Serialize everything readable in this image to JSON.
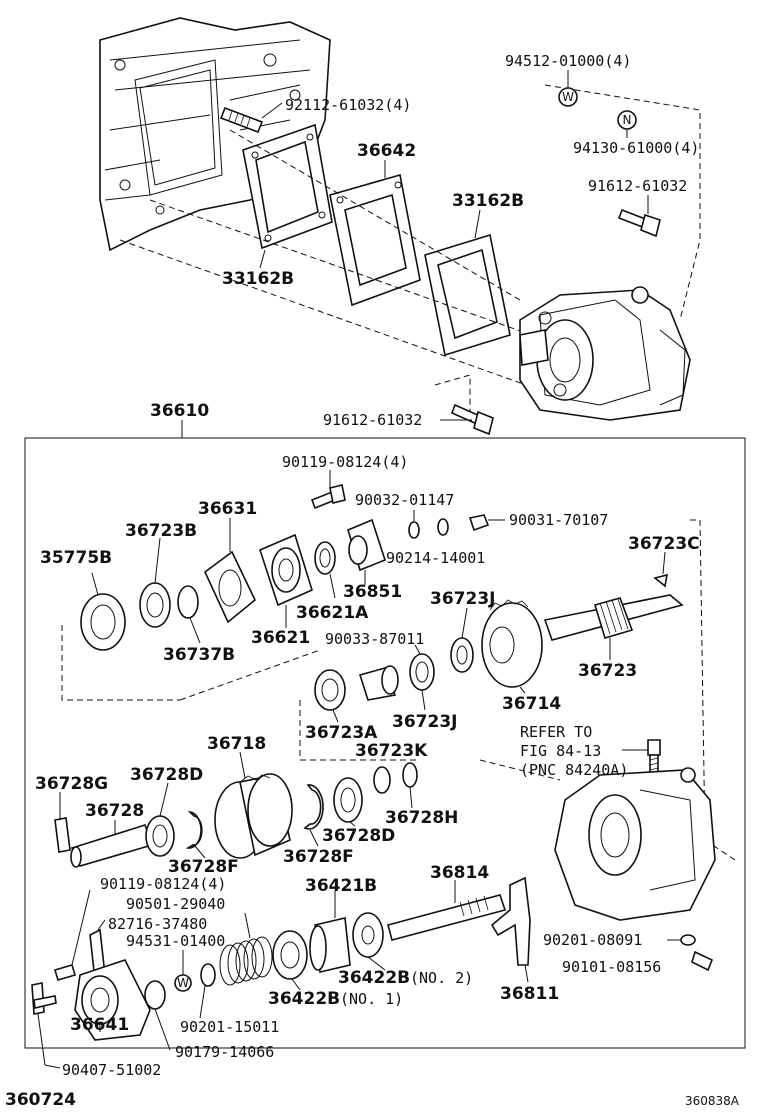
{
  "figure": {
    "figure_number": "360724",
    "page_code": "360838A"
  },
  "labels": {
    "p94512": "94512-01000(4)",
    "p94130": "94130-61000(4)",
    "p92112": "92112-61032(4)",
    "p36642": "36642",
    "p33162b_top": "33162B",
    "p91612_top": "91612-61032",
    "p33162b_left": "33162B",
    "p91612_bot": "91612-61032",
    "p36610": "36610",
    "p90119_top": "90119-08124(4)",
    "p90032": "90032-01147",
    "p90031": "90031-70107",
    "p36631": "36631",
    "p36723b": "36723B",
    "p35775b": "35775B",
    "p90214": "90214-14001",
    "p36723c": "36723C",
    "p36851": "36851",
    "p36621a": "36621A",
    "p36621": "36621",
    "p36737b": "36737B",
    "p90033": "90033-87011",
    "p36723j_top": "36723J",
    "p36723": "36723",
    "p36714": "36714",
    "p36723a": "36723A",
    "p36723j_bot": "36723J",
    "refer1": "REFER TO",
    "refer2": "FIG 84-13",
    "refer3": "(PNC 84240A)",
    "p36718": "36718",
    "p36723k": "36723K",
    "p36728g": "36728G",
    "p36728d_top": "36728D",
    "p36728": "36728",
    "p36728h": "36728H",
    "p36728d_bot": "36728D",
    "p36728f_left": "36728F",
    "p36728f_mid": "36728F",
    "p90119_bot": "90119-08124(4)",
    "p36421b": "36421B",
    "p36814": "36814",
    "p90501": "90501-29040",
    "p82716": "82716-37480",
    "p94531": "94531-01400",
    "p36422b_no2": "36422B",
    "no2": "(NO. 2)",
    "p36422b_no1": "36422B",
    "no1": "(NO. 1)",
    "p90201_08091": "90201-08091",
    "p90101": "90101-08156",
    "p36811": "36811",
    "p36641": "36641",
    "p90201_15011": "90201-15011",
    "p90179": "90179-14066",
    "p90407": "90407-51002",
    "w_mark": "W",
    "n_mark": "N"
  }
}
